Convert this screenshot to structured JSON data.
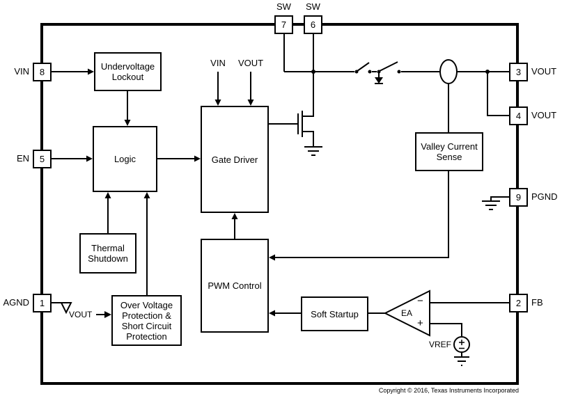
{
  "pins": {
    "p8": {
      "number": "8",
      "label": "VIN"
    },
    "p5": {
      "number": "5",
      "label": "EN"
    },
    "p1": {
      "number": "1",
      "label": "AGND"
    },
    "p7": {
      "number": "7",
      "label": "SW"
    },
    "p6": {
      "number": "6",
      "label": "SW"
    },
    "p3": {
      "number": "3",
      "label": "VOUT"
    },
    "p4": {
      "number": "4",
      "label": "VOUT"
    },
    "p9": {
      "number": "9",
      "label": "PGND"
    },
    "p2": {
      "number": "2",
      "label": "FB"
    }
  },
  "blocks": {
    "uvlo": {
      "label": "Undervoltage Lockout"
    },
    "logic": {
      "label": "Logic"
    },
    "gate_driver": {
      "label": "Gate Driver"
    },
    "thermal": {
      "label": "Thermal Shutdown"
    },
    "ovp": {
      "label": "Over Voltage Protection & Short Circuit Protection"
    },
    "pwm": {
      "label": "PWM Control"
    },
    "soft_startup": {
      "label": "Soft Startup"
    },
    "valley_sense": {
      "label": "Valley Current Sense"
    }
  },
  "signals": {
    "vin_supply": "VIN",
    "vout_supply": "VOUT",
    "vout_feedback": "VOUT",
    "vref": "VREF",
    "error_amp": "EA",
    "minus": "−",
    "plus": "+"
  },
  "footer": {
    "copyright": "Copyright © 2016, Texas Instruments Incorporated"
  },
  "colors": {
    "line": "#000000",
    "background": "#ffffff"
  }
}
